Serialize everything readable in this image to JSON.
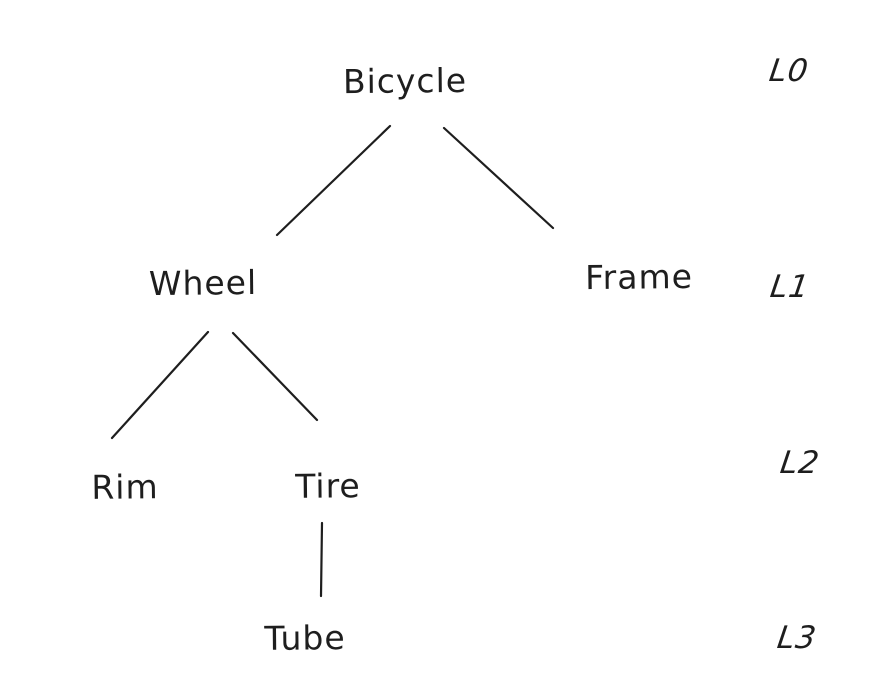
{
  "diagram": {
    "type": "tree",
    "style": "hand-drawn",
    "stroke_color": "#1e1e1e",
    "background_color": "#ffffff",
    "root": "Bicycle",
    "nodes": [
      {
        "id": "bicycle",
        "label": "Bicycle",
        "level": 0,
        "parent": null
      },
      {
        "id": "wheel",
        "label": "Wheel",
        "level": 1,
        "parent": "Bicycle"
      },
      {
        "id": "frame",
        "label": "Frame",
        "level": 1,
        "parent": "Bicycle"
      },
      {
        "id": "rim",
        "label": "Rim",
        "level": 2,
        "parent": "Wheel"
      },
      {
        "id": "tire",
        "label": "Tire",
        "level": 2,
        "parent": "Wheel"
      },
      {
        "id": "tube",
        "label": "Tube",
        "level": 3,
        "parent": "Tire"
      }
    ],
    "edges": [
      {
        "from": "Bicycle",
        "to": "Wheel"
      },
      {
        "from": "Bicycle",
        "to": "Frame"
      },
      {
        "from": "Wheel",
        "to": "Rim"
      },
      {
        "from": "Wheel",
        "to": "Tire"
      },
      {
        "from": "Tire",
        "to": "Tube"
      }
    ],
    "level_labels": [
      {
        "label": "L0",
        "level": 0
      },
      {
        "label": "L1",
        "level": 1
      },
      {
        "label": "L2",
        "level": 2
      },
      {
        "label": "L3",
        "level": 3
      }
    ]
  }
}
